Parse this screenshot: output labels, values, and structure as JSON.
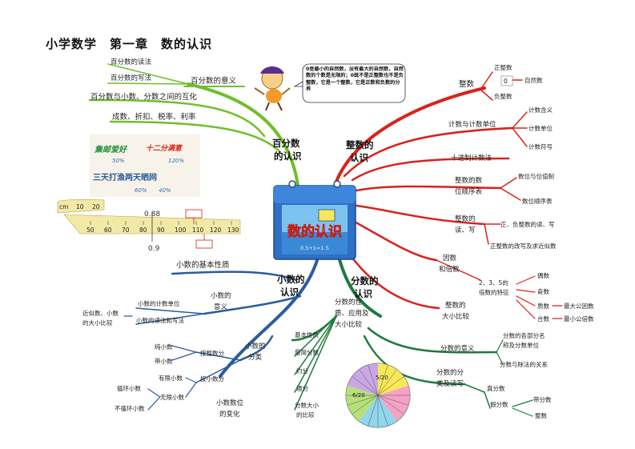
{
  "title": "小学数学　第一章　数的认识",
  "center": {
    "label": "数的认识",
    "formula": "0.5+1=1.5"
  },
  "speech": "0是最小的自然数，没有最大的自然数，自然数的个数是无限的；0既不是正整数也不是负整数，它是一个整数，它是正数和负数的分界",
  "branch_percent": {
    "label": "百分数\n的认识",
    "meaning": "百分数的意义",
    "read": "百分数的读法",
    "write": "百分数的写法",
    "convert": "百分数与小数、分数之间的互化",
    "apply": "成数、折扣、税率、利率"
  },
  "poster": {
    "l1": "集邮爱好",
    "l2": "十二分满意",
    "l3": "三天打渔两天晒网",
    "p1": "50%",
    "p2": "120%",
    "p3": "60%",
    "p4": "40%"
  },
  "ruler": {
    "unit": "cm",
    "top_ticks": [
      "10",
      "20"
    ],
    "ticks": [
      "50",
      "60",
      "70",
      "80",
      "90",
      "100",
      "110",
      "120",
      "130"
    ],
    "val1": "0.88",
    "val2": "0.9"
  },
  "branch_integer": {
    "label": "整数的\n认识",
    "zs": "整数",
    "zzs": "正整数",
    "zero": "0",
    "zrs": "自然数",
    "fzs": "负整数",
    "jishu": "计数与计数单位",
    "jsyy": "计数含义",
    "jsdw": "计数单位",
    "jsfh": "计数符号",
    "shijin": "十进制计数法",
    "shuwei": "整数的数\n位顺序表",
    "swzz": "数位与位值制",
    "swsx": "数位顺序表",
    "duxie": "整数的\n读、写",
    "dx1": "正、负整数的读、写",
    "dx2": "正整数的改写及求近似数",
    "yinbei": "因数\n和倍数",
    "feature": "2、3、5的\n倍数的特征",
    "os": "偶数",
    "js": "奇数",
    "zhs": "质数",
    "hs": "合数",
    "gys": "最大公因数",
    "gbs": "最小公倍数",
    "compare": "整数的\n大小比较"
  },
  "branch_decimal": {
    "label": "小数的\n认识",
    "property": "小数的基本性质",
    "meaning": "小数的\n意义",
    "unit": "小数的计数单位",
    "readwrite": "小数的读法和写法",
    "approx": "近似数、小数\n的大小比较",
    "classify": "小数的\n分类",
    "byint": "按整数分",
    "chun": "纯小数",
    "dai": "带小数",
    "bydec": "按小数分",
    "youxian": "有限小数",
    "wuxian": "无限小数",
    "xunhuan": "循环小数",
    "buxunhuan": "不循环小数",
    "shift": "小数数位\n的变化"
  },
  "branch_fraction": {
    "label": "分数的\n认识",
    "prop": "分数的性\n质、应用及\n大小比较",
    "basic": "基本性质",
    "lcd": "最简分数",
    "yue": "约分",
    "tong": "通分",
    "cmp": "分数大小\n的比较",
    "meaning": "分数的意义",
    "m1": "分数的各部分名\n称及分数单位",
    "m2": "分数与除法的关系",
    "cls": "分数的分\n类及读写",
    "zhen": "真分数",
    "jia": "假分数",
    "dfs": "带分数",
    "zs": "整数",
    "pie1": "5/20",
    "pie2": "6/20"
  },
  "colors": {
    "green": "#6fbf2a",
    "red": "#d8231c",
    "blue": "#2b5c9c",
    "darkgreen": "#1f7a3c"
  }
}
